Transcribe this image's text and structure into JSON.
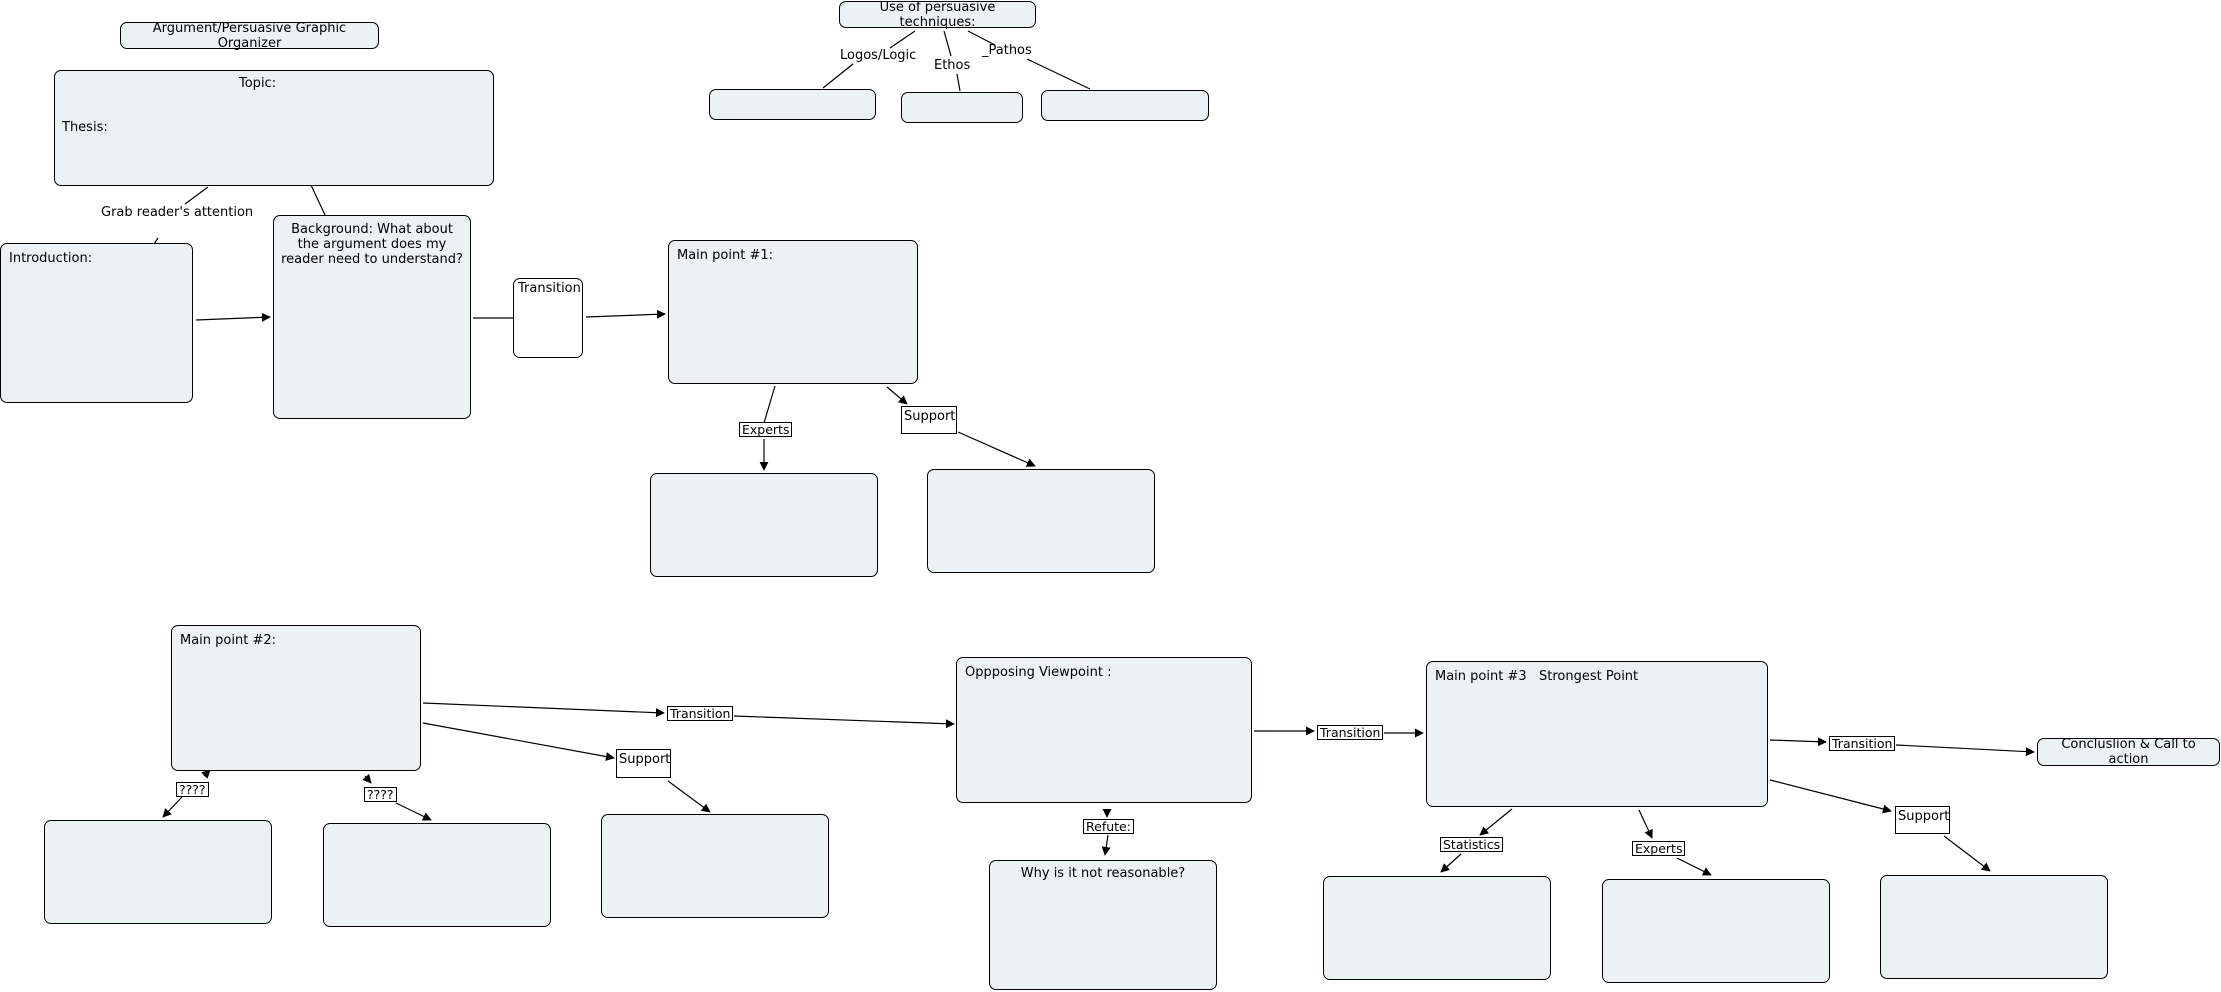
{
  "title": "Argument/Persuasive Graphic Organizer",
  "techniques": {
    "header": "Use of persuasive techniques:",
    "logos": "Logos/Logic",
    "ethos": "Ethos",
    "pathos": "_Pathos"
  },
  "topic_box": {
    "topic": "Topic:",
    "thesis": "Thesis:"
  },
  "grab_attention": "Grab reader's attention",
  "introduction": "Introduction:",
  "background": "Background: What about the argument does my reader need to understand?",
  "transition": "Transition",
  "main_point_1": "Main point #1:",
  "experts": "Experts",
  "support": "Support",
  "main_point_2": "Main point #2:",
  "unknown": "????",
  "opposing": "Oppposing Viewpoint :",
  "refute": "Refute:",
  "why_not": "Why is it not reasonable?",
  "main_point_3": "Main point #3   Strongest Point",
  "statistics": "Statistics",
  "conclusion": "Concluslion & Call to action"
}
